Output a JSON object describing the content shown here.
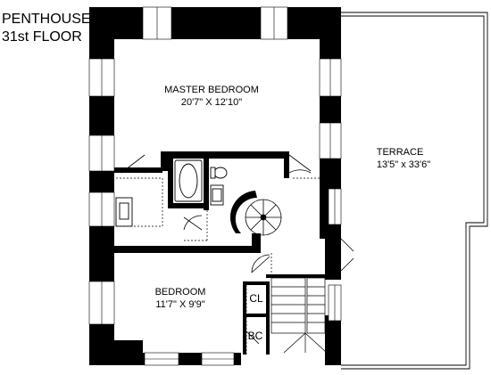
{
  "header": {
    "line1": "PENTHOUSE",
    "line2": "31st FLOOR"
  },
  "rooms": {
    "master_bedroom": {
      "name": "MASTER BEDROOM",
      "dims": "20'7\" X 12'10\""
    },
    "terrace": {
      "name": "TERRACE",
      "dims": "13'5\" x 33'6\""
    },
    "bedroom": {
      "name": "BEDROOM",
      "dims": "11'7\" X 9'9\""
    },
    "closet": {
      "name": "CL"
    },
    "bath_closet": {
      "name": "BC"
    }
  },
  "colors": {
    "wall": "#000000",
    "background": "#ffffff",
    "window": "#ffffff",
    "dashed_line": "#000000"
  }
}
